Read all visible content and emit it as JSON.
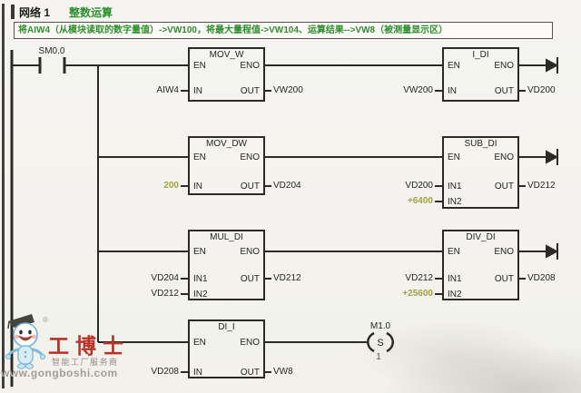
{
  "header": {
    "network_label": "网络 1",
    "network_title": "整数运算"
  },
  "comment": {
    "text": "将AIW4（从模块读取的数字量值）->VW100，将最大量程值->VW104、运算结果-->VW8（被测量显示区）"
  },
  "pins": {
    "en": "EN",
    "eno": "ENO",
    "in": "IN",
    "in1": "IN1",
    "in2": "IN2",
    "out": "OUT"
  },
  "contact": {
    "label": "SM0.0"
  },
  "blocks": {
    "mov_w": {
      "title": "MOV_W",
      "in": "AIW4",
      "out": "VW200"
    },
    "i_di": {
      "title": "I_DI",
      "in": "VW200",
      "out": "VD200"
    },
    "mov_dw": {
      "title": "MOV_DW",
      "in": "200",
      "out": "VD204"
    },
    "sub_di": {
      "title": "SUB_DI",
      "in1": "VD200",
      "in2": "+6400",
      "out": "VD212"
    },
    "mul_di": {
      "title": "MUL_DI",
      "in1": "VD204",
      "in2": "VD212",
      "out": "VD212"
    },
    "div_di": {
      "title": "DIV_DI",
      "in1": "VD212",
      "in2": "+25600",
      "out": "VD208"
    },
    "di_i": {
      "title": "DI_I",
      "in": "VD208",
      "out": "VW8"
    }
  },
  "coil": {
    "label": "M1.0",
    "symbol": "S",
    "operand": "1"
  },
  "watermark": {
    "registered": "®",
    "brand": "工博士",
    "tagline": "智能工厂服务商",
    "url": "www.gongboshi.com"
  },
  "colors": {
    "comment_green": "#2e8f2e",
    "constant_olive": "#a2a048",
    "brand_red": "#b5342a",
    "line_dark": "#2b2a27"
  }
}
